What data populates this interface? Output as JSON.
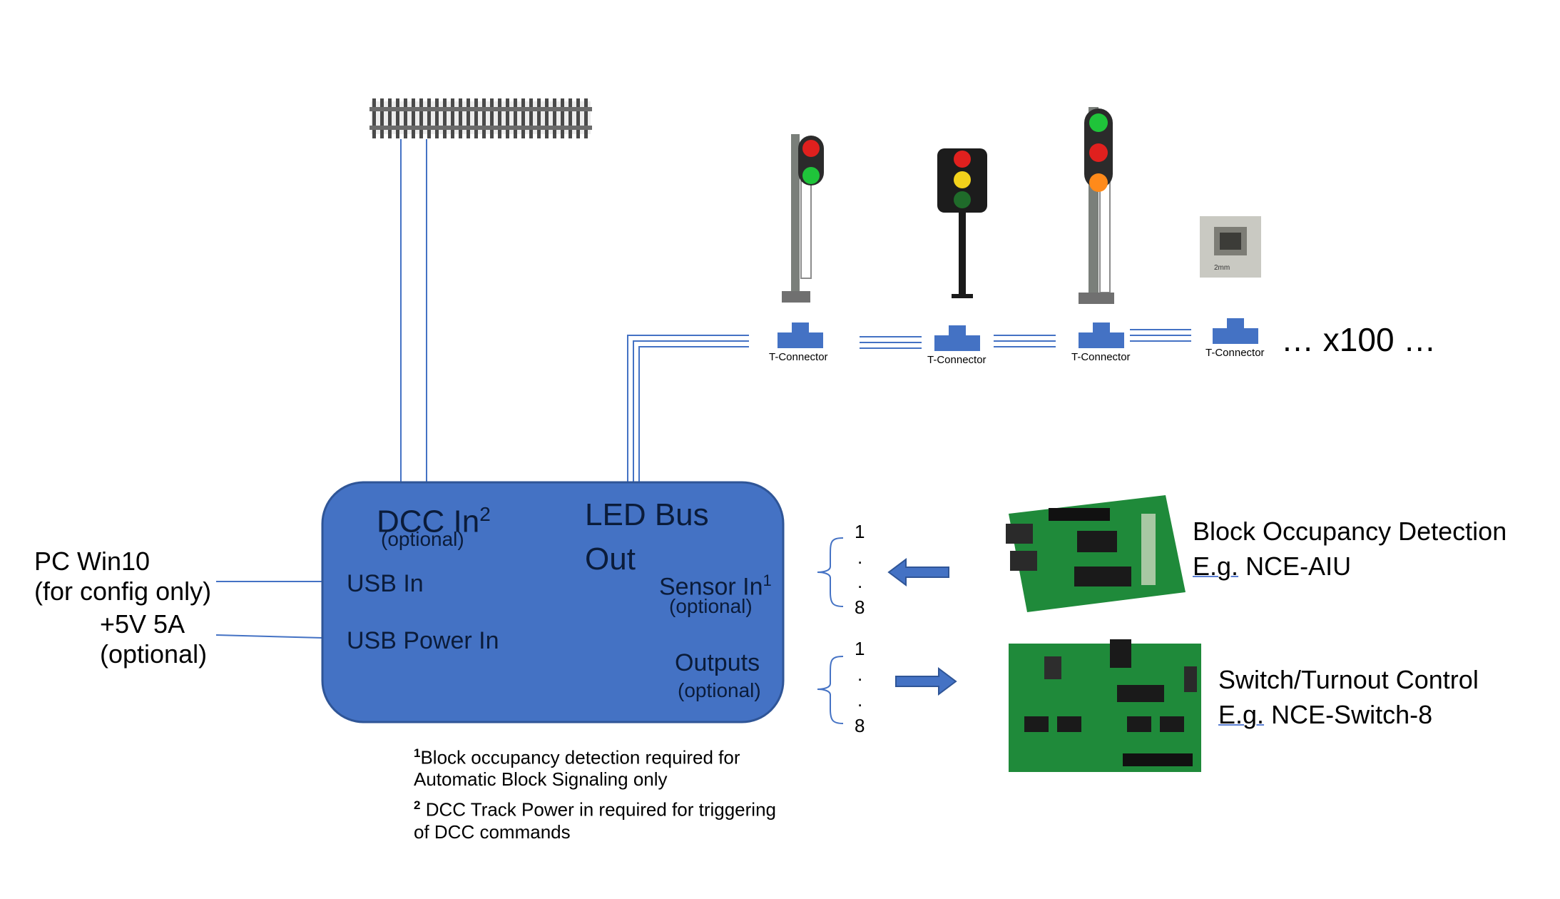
{
  "left_labels": {
    "pc_line1": "PC Win10",
    "pc_line2": "(for config only)",
    "power_line1": "+5V 5A",
    "power_line2": "(optional)"
  },
  "controller_box": {
    "dcc_in": "DCC In",
    "dcc_in_sup": "2",
    "dcc_in_note": "(optional)",
    "led_bus_line1": "LED Bus",
    "led_bus_line2": "Out",
    "usb_in": "USB In",
    "usb_power_in": "USB Power In",
    "sensor_in": "Sensor In",
    "sensor_in_sup": "1",
    "sensor_in_note": "(optional)",
    "outputs": "Outputs",
    "outputs_note": "(optional)",
    "fill_color": "#4472c4"
  },
  "sensor_range": {
    "start": "1",
    "dot1": ".",
    "dot2": ".",
    "end": "8"
  },
  "outputs_range": {
    "start": "1",
    "dot1": ".",
    "dot2": ".",
    "end": "8"
  },
  "t_connectors": [
    "T-Connector",
    "T-Connector",
    "T-Connector",
    "T-Connector"
  ],
  "led_count": "… x100 …",
  "block_detection": {
    "title": "Block Occupancy Detection",
    "example_prefix": "E.g.",
    "example_name": "NCE-AIU"
  },
  "switch_control": {
    "title": "Switch/Turnout Control",
    "example_prefix": "E.g.",
    "example_name": "NCE-Switch-8"
  },
  "led_chip_label": "2mm",
  "footnotes": {
    "note1_sup": "1",
    "note1_line1": "Block occupancy detection required for",
    "note1_line2": "Automatic Block Signaling only",
    "note2_sup": "2",
    "note2_line1": " DCC Track Power in required for triggering",
    "note2_line2": "of DCC commands"
  },
  "colors": {
    "accent_blue": "#4472c4",
    "wire_blue": "#4472c4",
    "pcb_green": "#1f8a3a",
    "signal_red": "#e0201e",
    "signal_green": "#1fc43a",
    "signal_yellow": "#f2d21b"
  }
}
